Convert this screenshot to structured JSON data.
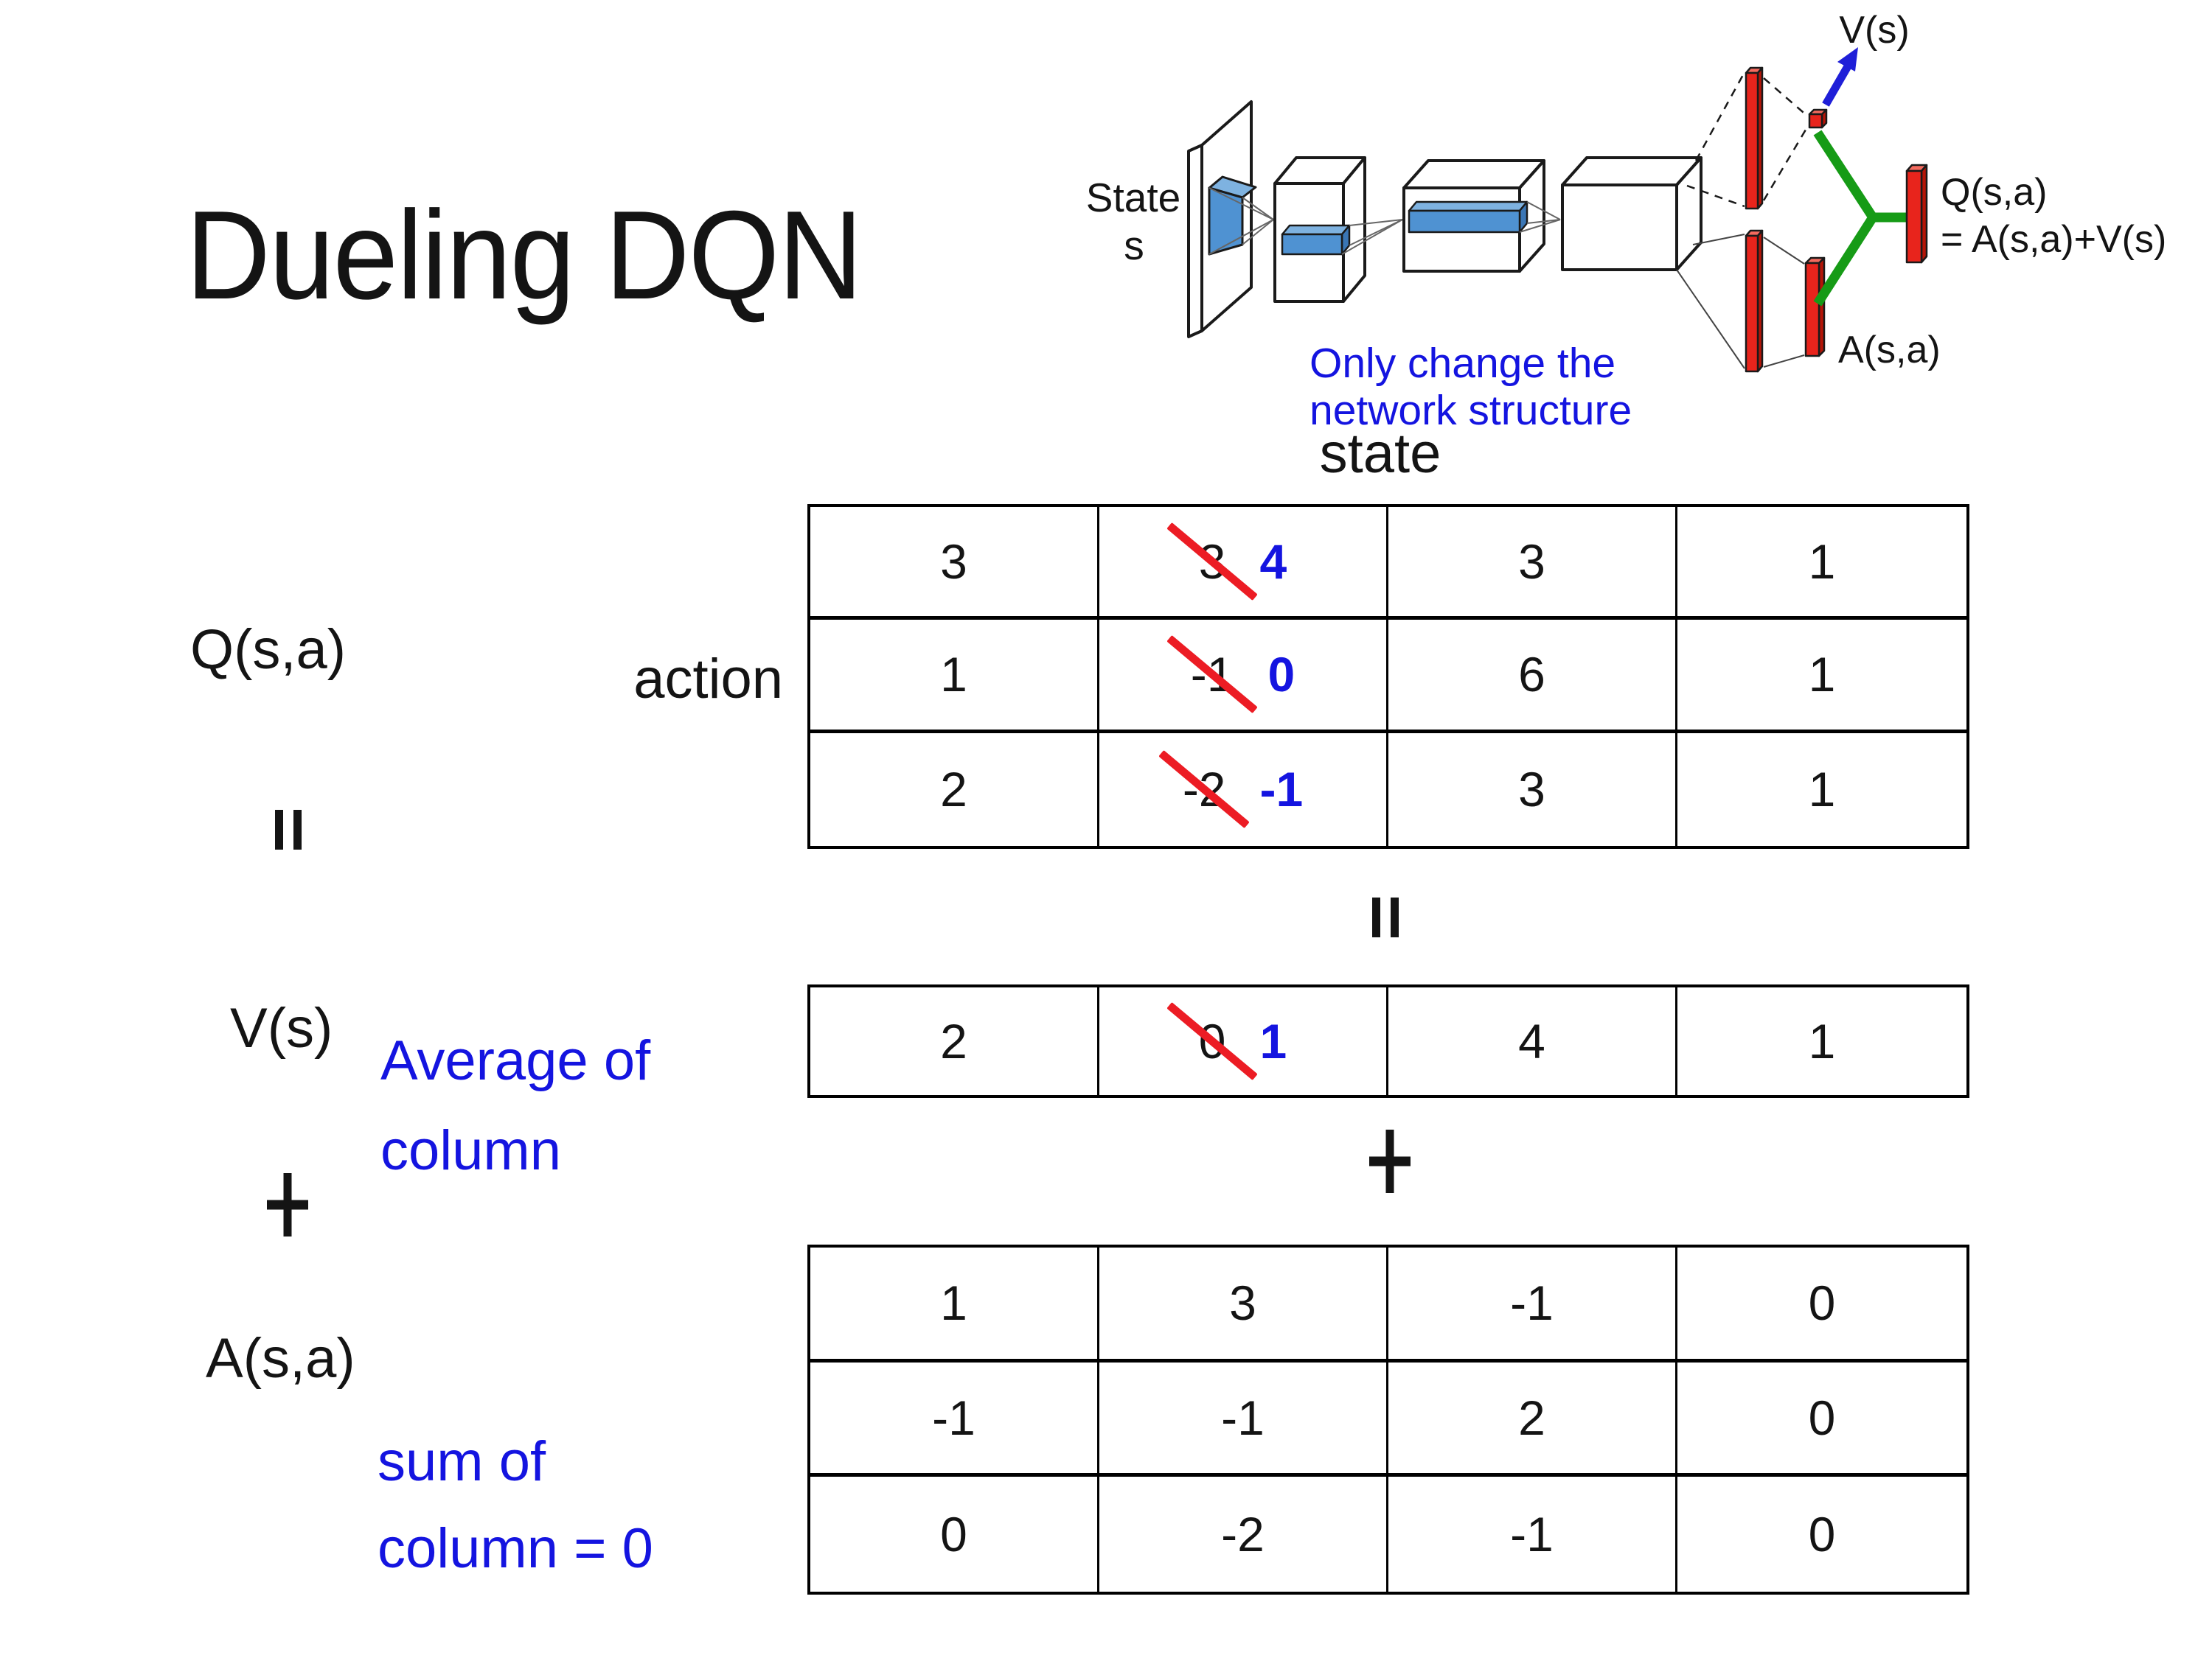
{
  "title": "Dueling DQN",
  "colors": {
    "accent_blue": "#1414e0",
    "strike_red": "#ec1c24",
    "combiner_green": "#169b16",
    "layer_blue": "#5b9bd5",
    "arrow_blue": "#1f1fd8"
  },
  "diagram": {
    "state_label_line1": "State",
    "state_label_line2": "s",
    "v_output_label": "V(s)",
    "q_output_label_line1": "Q(s,a)",
    "q_output_label_line2": "= A(s,a)+V(s)",
    "a_output_label": "A(s,a)",
    "caption_line1": "Only change the",
    "caption_line2": "network structure"
  },
  "left_labels": {
    "q": "Q(s,a)",
    "equals": "=",
    "v": "V(s)",
    "plus": "+",
    "a": "A(s,a)"
  },
  "annotations": {
    "average_line1": "Average of",
    "average_line2": "column",
    "sum_line1": "sum of",
    "sum_line2": "column = 0"
  },
  "axis_labels": {
    "state": "state",
    "action": "action"
  },
  "operators": {
    "equals_mid": "=",
    "plus_mid": "+"
  },
  "q_table": {
    "rows": [
      [
        {
          "t": "3"
        },
        {
          "t": "3",
          "strike": true,
          "r": "4"
        },
        {
          "t": "3"
        },
        {
          "t": "1"
        }
      ],
      [
        {
          "t": "1"
        },
        {
          "t": "-1",
          "strike": true,
          "r": "0"
        },
        {
          "t": "6"
        },
        {
          "t": "1"
        }
      ],
      [
        {
          "t": "2"
        },
        {
          "t": "-2",
          "strike": true,
          "r": "-1"
        },
        {
          "t": "3"
        },
        {
          "t": "1"
        }
      ]
    ]
  },
  "v_table": {
    "rows": [
      [
        {
          "t": "2"
        },
        {
          "t": "0",
          "strike": true,
          "r": "1"
        },
        {
          "t": "4"
        },
        {
          "t": "1"
        }
      ]
    ]
  },
  "a_table": {
    "rows": [
      [
        {
          "t": "1"
        },
        {
          "t": "3"
        },
        {
          "t": "-1"
        },
        {
          "t": "0"
        }
      ],
      [
        {
          "t": "-1"
        },
        {
          "t": "-1"
        },
        {
          "t": "2"
        },
        {
          "t": "0"
        }
      ],
      [
        {
          "t": "0"
        },
        {
          "t": "-2"
        },
        {
          "t": "-1"
        },
        {
          "t": "0"
        }
      ]
    ]
  }
}
